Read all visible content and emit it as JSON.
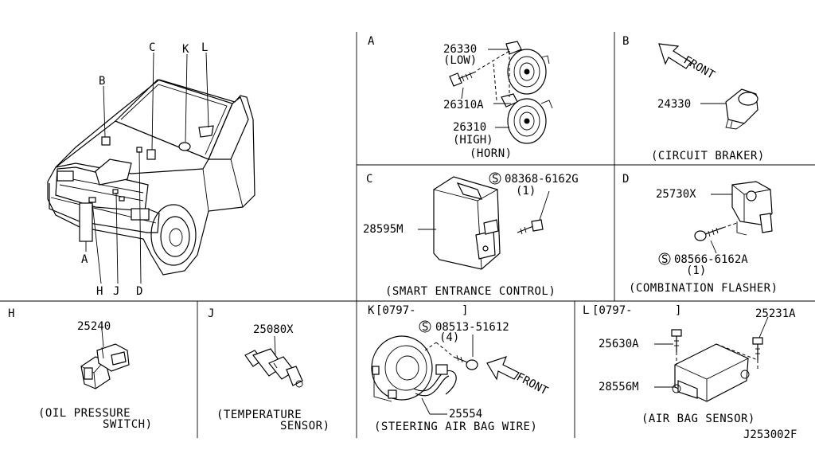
{
  "diagram_id": "J253002F",
  "overview": {
    "callouts": [
      "B",
      "C",
      "K",
      "L",
      "A",
      "H",
      "J",
      "D"
    ]
  },
  "sections": {
    "A": {
      "letter": "A",
      "parts": [
        {
          "num": "26330",
          "note": "(LOW)"
        },
        {
          "num": "26310A",
          "note": ""
        },
        {
          "num": "26310",
          "note": "(HIGH)"
        }
      ],
      "caption": "(HORN)"
    },
    "B": {
      "letter": "B",
      "direction": "FRONT",
      "parts": [
        {
          "num": "24330"
        }
      ],
      "caption": "(CIRCUIT BRAKER)"
    },
    "C": {
      "letter": "C",
      "parts": [
        {
          "num": "08368-6162G",
          "qty": "(1)"
        },
        {
          "num": "28595M"
        }
      ],
      "caption": "(SMART ENTRANCE CONTROL)"
    },
    "D": {
      "letter": "D",
      "parts": [
        {
          "num": "25730X"
        },
        {
          "num": "08566-6162A",
          "qty": "(1)"
        }
      ],
      "caption": "(COMBINATION FLASHER)"
    },
    "H": {
      "letter": "H",
      "parts": [
        {
          "num": "25240"
        }
      ],
      "caption_line1": "(OIL PRESSURE",
      "caption_line2": "SWITCH)"
    },
    "J": {
      "letter": "J",
      "parts": [
        {
          "num": "25080X"
        }
      ],
      "caption_line1": "(TEMPERATURE",
      "caption_line2": "SENSOR)"
    },
    "K": {
      "letter": "K",
      "date_code": "[0797-",
      "date_close": "]",
      "direction": "FRONT",
      "parts": [
        {
          "num": "08513-51612",
          "qty": "(4)"
        },
        {
          "num": "25554"
        }
      ],
      "caption": "(STEERING AIR BAG WIRE)"
    },
    "L": {
      "letter": "L",
      "date_code": "[0797-",
      "date_close": "]",
      "parts": [
        {
          "num": "25231A"
        },
        {
          "num": "25630A"
        },
        {
          "num": "28556M"
        }
      ],
      "caption": "(AIR BAG SENSOR)"
    }
  }
}
